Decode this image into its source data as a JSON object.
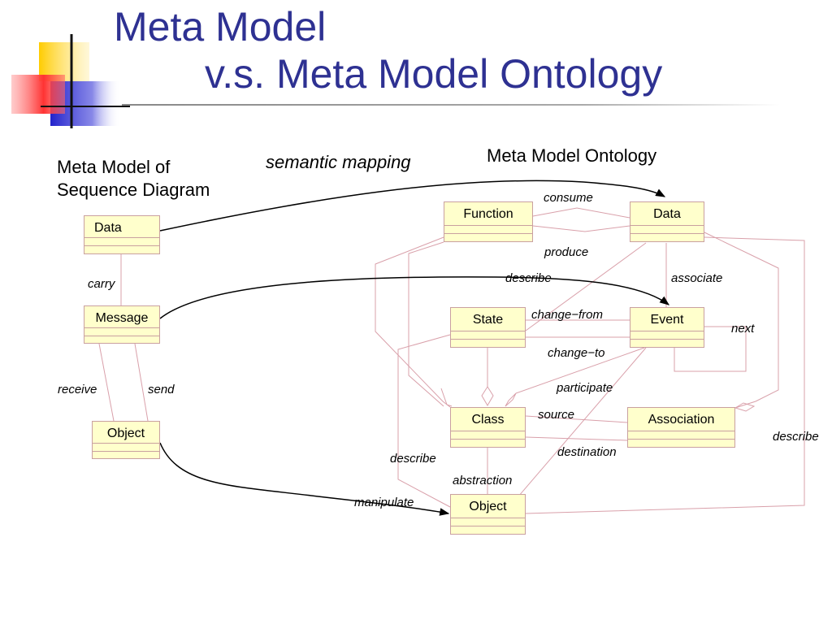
{
  "slide": {
    "title_line1": "Meta Model",
    "title_line2": "v.s. Meta Model Ontology",
    "title_color": "#2e3192"
  },
  "headers": {
    "left_line1": "Meta Model of",
    "left_line2": "Sequence Diagram",
    "mapping": "semantic mapping",
    "right": "Meta Model Ontology"
  },
  "left_model": {
    "data": "Data",
    "message": "Message",
    "object": "Object",
    "carry": "carry",
    "receive": "receive",
    "send": "send"
  },
  "ontology": {
    "function": "Function",
    "data": "Data",
    "state": "State",
    "event": "Event",
    "class": "Class",
    "association": "Association",
    "object": "Object",
    "consume": "consume",
    "produce": "produce",
    "describe_state": "describe",
    "associate": "associate",
    "change_from": "change−from",
    "change_to": "change−to",
    "next": "next",
    "participate": "participate",
    "source": "source",
    "destination": "destination",
    "describe_right": "describe",
    "describe_left": "describe",
    "abstraction": "abstraction",
    "manipulate": "manipulate"
  },
  "colors": {
    "box_fill": "#ffffcc",
    "box_border": "#c9a0a0",
    "relation_line": "#d9a0aa",
    "mapping_arrow": "#000000",
    "logo_yellow": "#ffcc00",
    "logo_red": "#ff3333",
    "logo_blue": "#2222cc"
  }
}
